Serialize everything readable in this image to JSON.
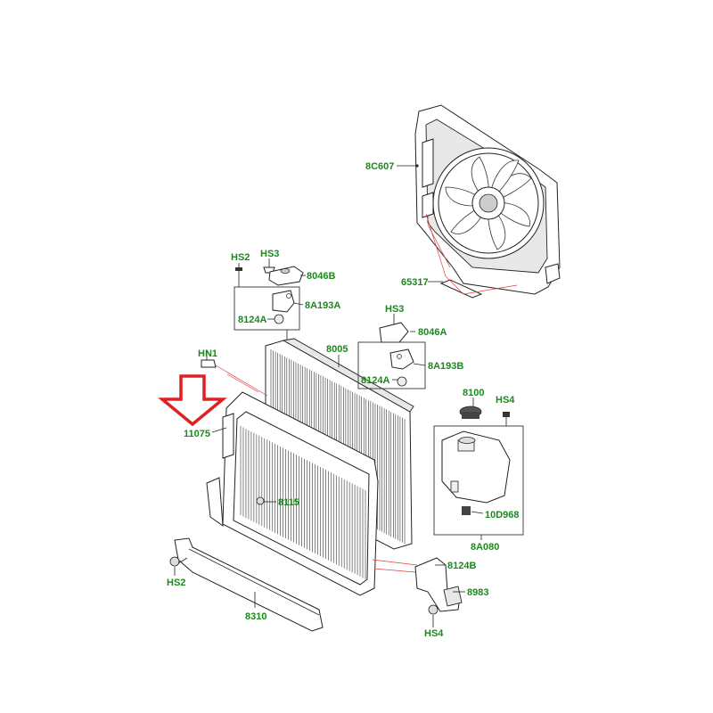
{
  "diagram": {
    "highlight_arrow_color": "#e02020",
    "label_color": "#1a8a1a",
    "labels": {
      "fan_shroud": "8C607",
      "fan_seal": "65317",
      "bolt_hs2_top": "HS2",
      "bolt_hs3_left": "HS3",
      "mount_8046b": "8046B",
      "bracket_8a193a": "8A193A",
      "isolator_8124a_left": "8124A",
      "clip_hn1": "HN1",
      "radiator_8005": "8005",
      "bolt_hs3_right": "HS3",
      "mount_8046a": "8046A",
      "bracket_8a193b": "8A193B",
      "isolator_8124a_right": "8124A",
      "condenser_11075": "11075",
      "cap_8100": "8100",
      "bolt_hs4_top": "HS4",
      "bolt_8115": "8115",
      "sensor_10d968": "10D968",
      "reservoir_8a080": "8A080",
      "bracket_8124b": "8124B",
      "bolt_hs2_bottom": "HS2",
      "bracket_8983": "8983",
      "deflector_8310": "8310",
      "bolt_hs4_bottom": "HS4"
    }
  }
}
